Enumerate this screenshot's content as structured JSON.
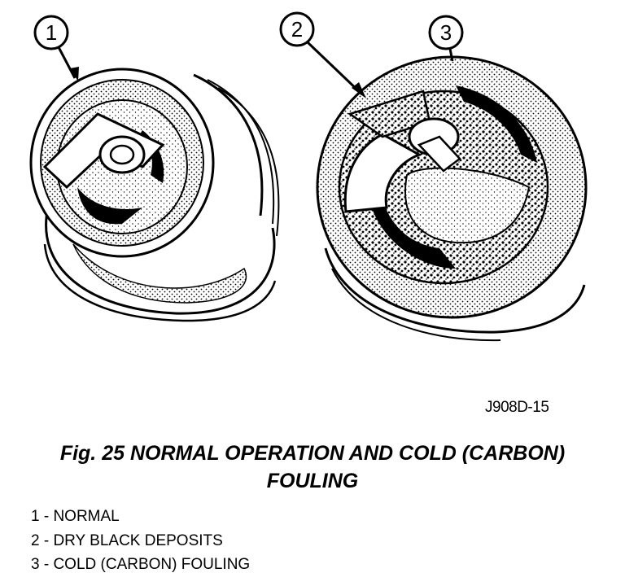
{
  "callouts": [
    "1",
    "2",
    "3"
  ],
  "figure_code": "J908D-15",
  "caption": {
    "line1": "Fig. 25 NORMAL OPERATION AND COLD (CARBON)",
    "line2": "FOULING"
  },
  "legend": [
    "1 - NORMAL",
    "2 - DRY BLACK DEPOSITS",
    "3 - COLD (CARBON) FOULING"
  ]
}
